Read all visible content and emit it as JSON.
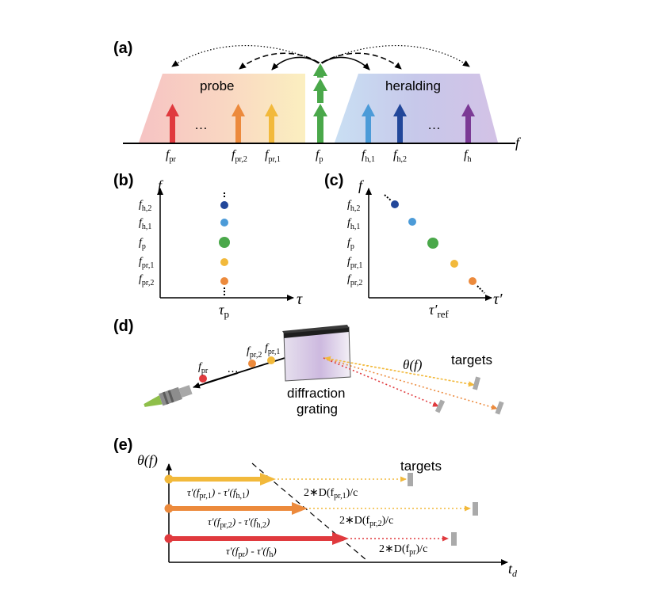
{
  "panel_a": {
    "label": "(a)",
    "probe_label": "probe",
    "heralding_label": "heralding",
    "ellipsis": "…",
    "axis_label": "f",
    "ticks": [
      {
        "main": "f",
        "sub": "pr"
      },
      {
        "main": "f",
        "sub": "pr,2"
      },
      {
        "main": "f",
        "sub": "pr,1"
      },
      {
        "main": "f",
        "sub": "p"
      },
      {
        "main": "f",
        "sub": "h,1"
      },
      {
        "main": "f",
        "sub": "h,2"
      },
      {
        "main": "f",
        "sub": "h"
      }
    ]
  },
  "panel_b": {
    "label": "(b)",
    "y_axis": "f",
    "x_axis": "τ",
    "x_tick": {
      "main": "τ",
      "sub": "p"
    },
    "y_ticks": [
      {
        "main": "f",
        "sub": "h,2"
      },
      {
        "main": "f",
        "sub": "h,1"
      },
      {
        "main": "f",
        "sub": "p"
      },
      {
        "main": "f",
        "sub": "pr,1"
      },
      {
        "main": "f",
        "sub": "pr,2"
      }
    ]
  },
  "panel_c": {
    "label": "(c)",
    "y_axis": "f",
    "x_axis": "τ′",
    "x_tick": {
      "main": "τ′",
      "sub": "ref"
    },
    "y_ticks": [
      {
        "main": "f",
        "sub": "h,2"
      },
      {
        "main": "f",
        "sub": "h,1"
      },
      {
        "main": "f",
        "sub": "p"
      },
      {
        "main": "f",
        "sub": "pr,1"
      },
      {
        "main": "f",
        "sub": "pr,2"
      }
    ]
  },
  "panel_d": {
    "label": "(d)",
    "fpr": {
      "main": "f",
      "sub": "pr"
    },
    "fpr2": {
      "main": "f",
      "sub": "pr,2"
    },
    "fpr1": {
      "main": "f",
      "sub": "pr,1"
    },
    "ellipsis": "…",
    "theta": "θ(f)",
    "targets": "targets",
    "grating_line1": "diffraction",
    "grating_line2": "grating"
  },
  "panel_e": {
    "label": "(e)",
    "y_axis": "θ(f)",
    "x_axis_main": "t",
    "x_axis_sub": "d",
    "targets": "targets",
    "rows": [
      {
        "delay_a": "τ′(f",
        "delay_a_sub": "pr,1",
        "delay_b": ") - τ′(f",
        "delay_b_sub": "h,1",
        "delay_c": ")",
        "dist_a": "2∗D(f",
        "dist_sub": "pr,1",
        "dist_b": ")/c"
      },
      {
        "delay_a": "τ′(f",
        "delay_a_sub": "pr,2",
        "delay_b": ") - τ′(f",
        "delay_b_sub": "h,2",
        "delay_c": ")",
        "dist_a": "2∗D(f",
        "dist_sub": "pr,2",
        "dist_b": ")/c"
      },
      {
        "delay_a": "τ′(f",
        "delay_a_sub": "pr",
        "delay_b": ") - τ′(f",
        "delay_b_sub": "h",
        "delay_c": ")",
        "dist_a": "2∗D(f",
        "dist_sub": "pr",
        "dist_b": ")/c"
      }
    ]
  },
  "colors": {
    "red": "#e03a3e",
    "orange": "#ec8a3c",
    "yellow": "#f2b93b",
    "green": "#4aa84a",
    "lightblue": "#4c9bd8",
    "darkblue": "#22479a",
    "purple": "#7b3a95"
  }
}
